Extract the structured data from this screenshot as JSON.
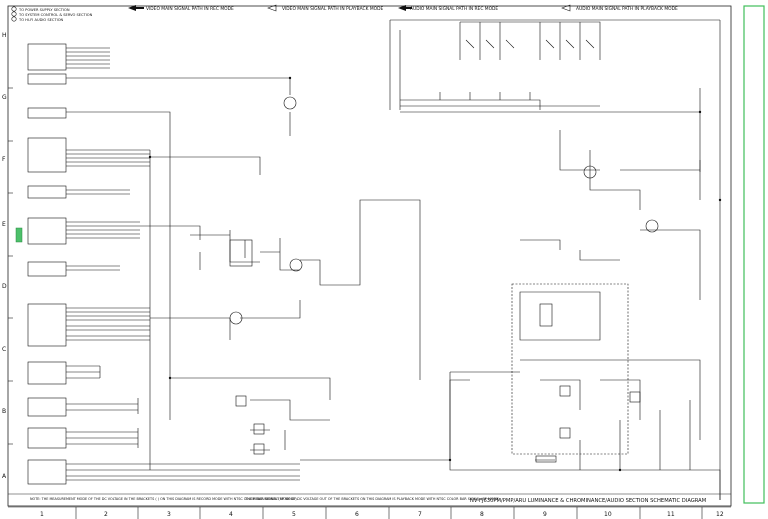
{
  "legend": [
    "TO POWER SUPPLY SECTION",
    "TO SYSTEM CONTROL & SERVO SECTION",
    "TO HI-FI AUDIO SECTION"
  ],
  "signal_paths": [
    "VIDEO MAIN SIGNAL PATH IN REC MODE",
    "VIDEO MAIN SIGNAL PATH IN PLAYBACK MODE",
    "AUDIO MAIN SIGNAL PATH IN REC MODE",
    "AUDIO MAIN SIGNAL PATH IN PLAYBACK MODE"
  ],
  "row_labels": [
    "H",
    "G",
    "F",
    "E",
    "D",
    "C",
    "B",
    "A"
  ],
  "col_labels": [
    "1",
    "2",
    "3",
    "4",
    "5",
    "6",
    "7",
    "8",
    "9",
    "10",
    "11",
    "12"
  ],
  "footer": {
    "note_left": "NOTE: THE MEASUREMENT MODE OF THE DC VOLTAGE IN THE BRACKETS ( ) ON THIS DIAGRAM IS RECORD MODE WITH NTSC COLOR BAR SIGNAL (SP MODE).",
    "note_center": "THE MEASUREMENT MODE OF DC VOLTAGE OUT OF THE BRACKETS ON THIS DIAGRAM IS PLAYBACK MODE WITH NTSC COLOR BAR SIGNAL (SP MODE).",
    "title": "NV-FJ630PM/PMP/ARU LUMINANCE & CHROMINANCE/AUDIO SECTION SCHEMATIC DIAGRAM"
  }
}
